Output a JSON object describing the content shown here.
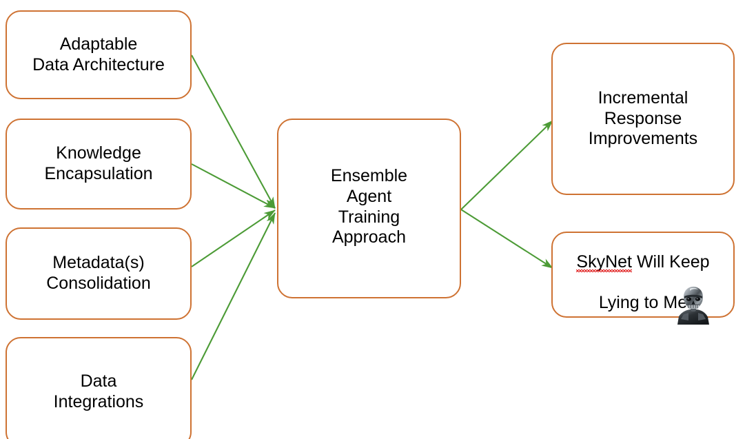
{
  "diagram": {
    "title": "Ensemble Agent Training Approach",
    "colors": {
      "node_border": "#CE7232",
      "node_fill": "#FFFFFF",
      "arrow": "#4C9B36",
      "text": "#000000",
      "spellcheck_underline": "#E01B1B",
      "background": "#FFFFFF"
    },
    "inputs": [
      {
        "id": "adaptable-data-architecture",
        "label": "Adaptable\nData Architecture"
      },
      {
        "id": "knowledge-encapsulation",
        "label": "Knowledge\nEncapsulation"
      },
      {
        "id": "metadata-consolidation",
        "label": "Metadata(s)\nConsolidation"
      },
      {
        "id": "data-integrations",
        "label": "Data\nIntegrations"
      }
    ],
    "hub": {
      "id": "ensemble-agent-training",
      "label": "Ensemble\nAgent\nTraining\nApproach"
    },
    "outputs": [
      {
        "id": "incremental-response",
        "label": "Incremental\nResponse\nImprovements"
      },
      {
        "id": "skynet-lying",
        "label": "SkyNet Will Keep\nLying to Me",
        "line1_misspelled_word": "SkyNet",
        "line1_rest": " Will Keep",
        "line2": "Lying to Me",
        "decoration_icon": "terminator-robot-icon"
      }
    ],
    "edges": [
      {
        "from": "adaptable-data-architecture",
        "to": "ensemble-agent-training",
        "style": "arrow"
      },
      {
        "from": "knowledge-encapsulation",
        "to": "ensemble-agent-training",
        "style": "arrow"
      },
      {
        "from": "metadata-consolidation",
        "to": "ensemble-agent-training",
        "style": "arrow"
      },
      {
        "from": "data-integrations",
        "to": "ensemble-agent-training",
        "style": "arrow"
      },
      {
        "from": "ensemble-agent-training",
        "to": "incremental-response",
        "style": "arrow"
      },
      {
        "from": "ensemble-agent-training",
        "to": "skynet-lying",
        "style": "arrow"
      }
    ]
  }
}
